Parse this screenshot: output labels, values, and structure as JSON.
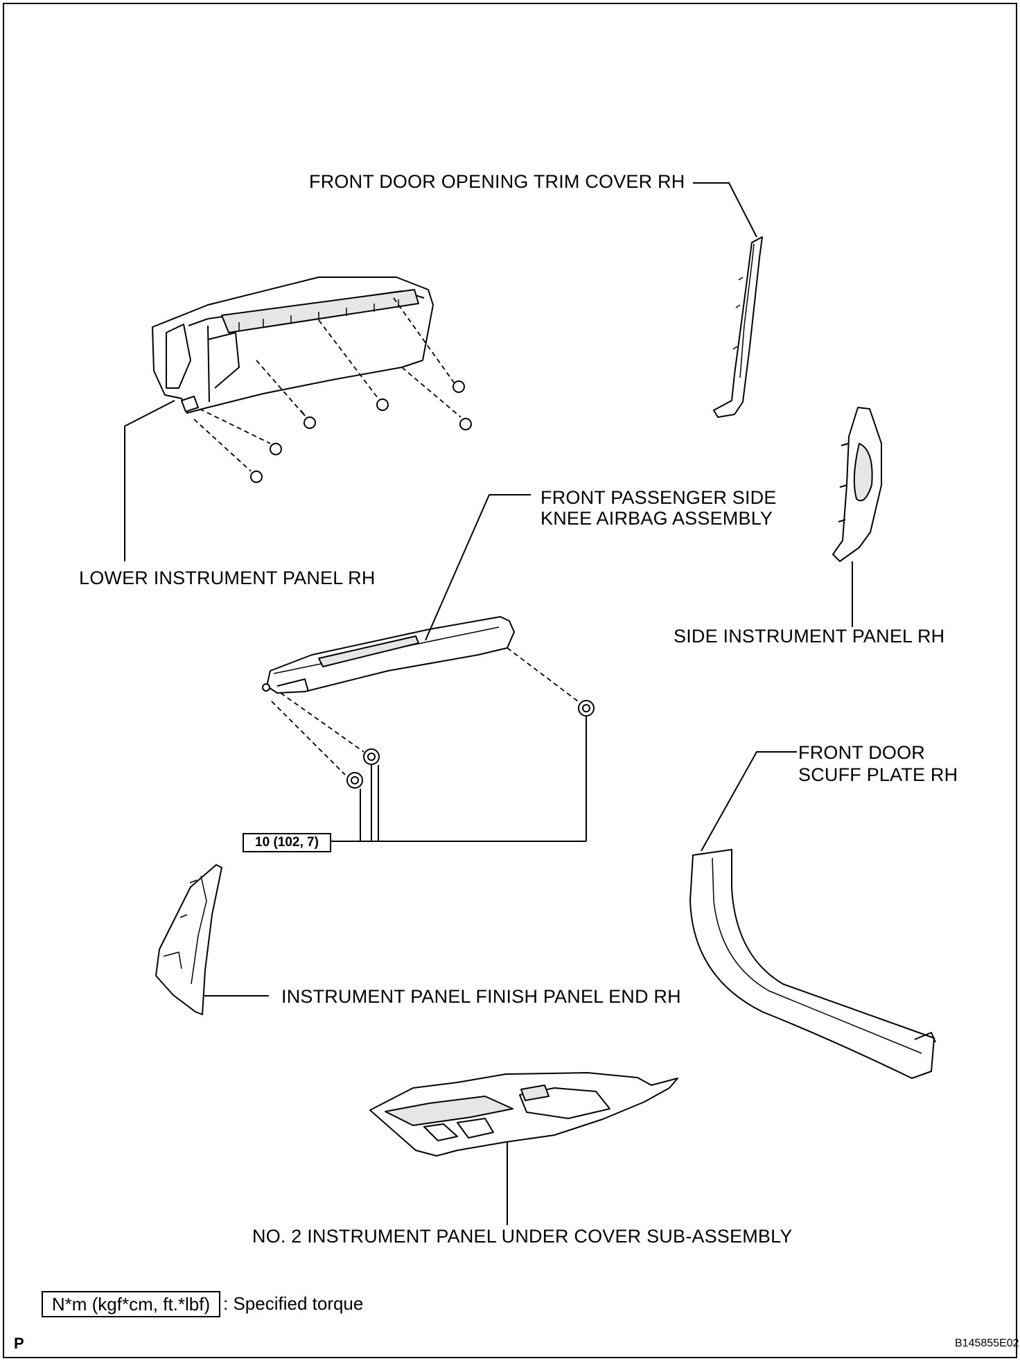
{
  "labels": {
    "front_door_opening_trim_cover": "FRONT DOOR OPENING TRIM COVER RH",
    "lower_instrument_panel": "LOWER INSTRUMENT PANEL RH",
    "knee_airbag_line1": "FRONT PASSENGER SIDE",
    "knee_airbag_line2": "KNEE AIRBAG ASSEMBLY",
    "side_instrument_panel": "SIDE INSTRUMENT PANEL RH",
    "scuff_plate_line1": "FRONT DOOR",
    "scuff_plate_line2": "SCUFF PLATE RH",
    "finish_panel_end": "INSTRUMENT PANEL FINISH PANEL END RH",
    "under_cover": "NO. 2 INSTRUMENT PANEL UNDER COVER SUB-ASSEMBLY"
  },
  "torque": {
    "value": "10 (102, 7)"
  },
  "legend": {
    "unit": "N*m (kgf*cm, ft.*lbf)",
    "description": ": Specified torque"
  },
  "footer": {
    "corner_mark": "P",
    "figure_code": "B145855E02"
  },
  "colors": {
    "line": "#000000",
    "fill": "#ffffff",
    "part_shade": "#e6e6e6"
  }
}
